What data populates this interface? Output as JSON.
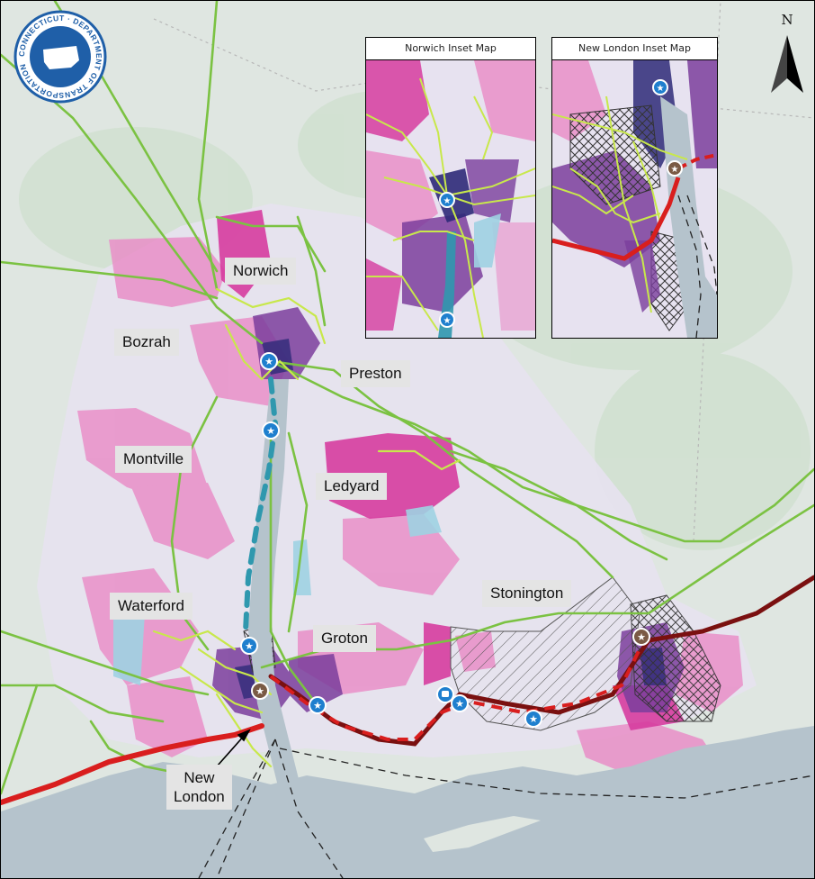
{
  "map": {
    "north_label": "N",
    "seal_text": "CONNECTICUT · DEPARTMENT OF TRANSPORTATION",
    "towns": [
      {
        "key": "norwich",
        "label": "Norwich"
      },
      {
        "key": "bozrah",
        "label": "Bozrah"
      },
      {
        "key": "preston",
        "label": "Preston"
      },
      {
        "key": "montville",
        "label": "Montville"
      },
      {
        "key": "ledyard",
        "label": "Ledyard"
      },
      {
        "key": "waterford",
        "label": "Waterford"
      },
      {
        "key": "groton",
        "label": "Groton"
      },
      {
        "key": "stonington",
        "label": "Stonington"
      },
      {
        "key": "new_london",
        "label_line1": "New",
        "label_line2": "London"
      }
    ],
    "insets": [
      {
        "key": "norwich",
        "title": "Norwich Inset Map"
      },
      {
        "key": "new_london",
        "title": "New London Inset Map"
      }
    ],
    "colors": {
      "base_land": "#dfe6e1",
      "water": "#b5c3cc",
      "lavender": "#e7e2f0",
      "pink": "#e98fc8",
      "magenta": "#d63c9f",
      "purple": "#7b3e9c",
      "dark_navy": "#2e2a78",
      "teal": "#2f98ae",
      "route_green": "#7bc242",
      "route_lime": "#c8e84b",
      "rail_red": "#d91e1e",
      "rail_maroon": "#7a1010",
      "station_blue": "#1f7fce",
      "station_brown": "#7a5a45"
    },
    "icons": [
      "ct-dot-seal-icon",
      "north-arrow-icon",
      "station-star-icon",
      "rail-station-icon",
      "bus-stop-icon"
    ]
  }
}
